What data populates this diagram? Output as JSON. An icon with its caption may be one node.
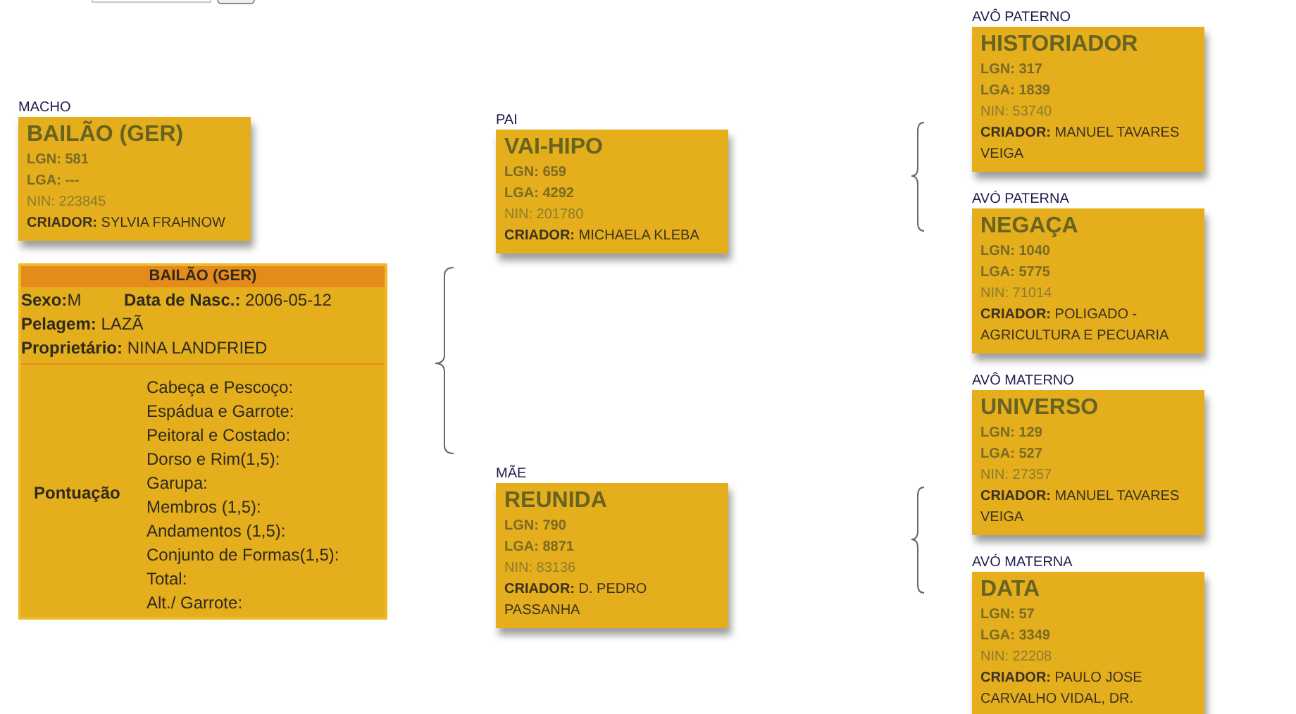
{
  "diagram": {
    "nodes": [
      {
        "text": [
          "MACHO",
          "BAILÃO (GER)",
          "LGN: 581",
          "LGA: ---",
          "NIN: 223845",
          "**CRIADOR:** SYLVIA FRAHNOW"
        ]
      },
      {
        "text": [
          "BAILÃO (GER)",
          "**Sexo:**M",
          "**Data de Nasc.:** 2006-05-12",
          "**Pelagem:** LAZÃ",
          "**Proprietário:** NINA LANDFRIED",
          "Pontuação",
          "Cabeça e Pescoço:",
          "Espádua e Garrote:",
          "Peitoral e Costado:",
          "Dorso e Rim(1,5):",
          "Garupa:",
          "Membros (1,5):",
          "Andamentos (1,5):",
          "Conjunto de Formas(1,5):",
          "Total:",
          "Alt./ Garrote:"
        ]
      },
      {
        "text": [
          "PAI",
          "VAI-HIPO",
          "LGN: 659",
          "LGA: 4292",
          "NIN: 201780",
          "**CRIADOR:** MICHAELA KLEBA"
        ]
      },
      {
        "text": [
          "MÃE",
          "REUNIDA",
          "LGN: 790",
          "LGA: 8871",
          "NIN: 83136",
          "**CRIADOR:** D. PEDRO PASSANHA"
        ]
      },
      {
        "text": [
          "AVÔ PATERNO",
          "HISTORIADOR",
          "LGN: 317",
          "LGA: 1839",
          "NIN: 53740",
          "**CRIADOR:** MANUEL TAVARES VEIGA"
        ]
      },
      {
        "text": [
          "AVÓ PATERNA",
          "NEGAÇA",
          "LGN: 1040",
          "LGA: 5775",
          "NIN: 71014",
          "**CRIADOR:** POLIGADO - AGRICULTURA E PECUARIA"
        ]
      },
      {
        "text": [
          "AVÔ MATERNO",
          "UNIVERSO",
          "LGN: 129",
          "LGA: 527",
          "NIN: 27357",
          "**CRIADOR:** MANUEL TAVARES VEIGA"
        ]
      },
      {
        "text": [
          "AVÓ MATERNA",
          "DATA",
          "LGN: 57",
          "LGA: 3349",
          "NIN: 22208",
          "**CRIADOR:** PAULO JOSE CARVALHO VIDAL, DR."
        ]
      }
    ]
  }
}
